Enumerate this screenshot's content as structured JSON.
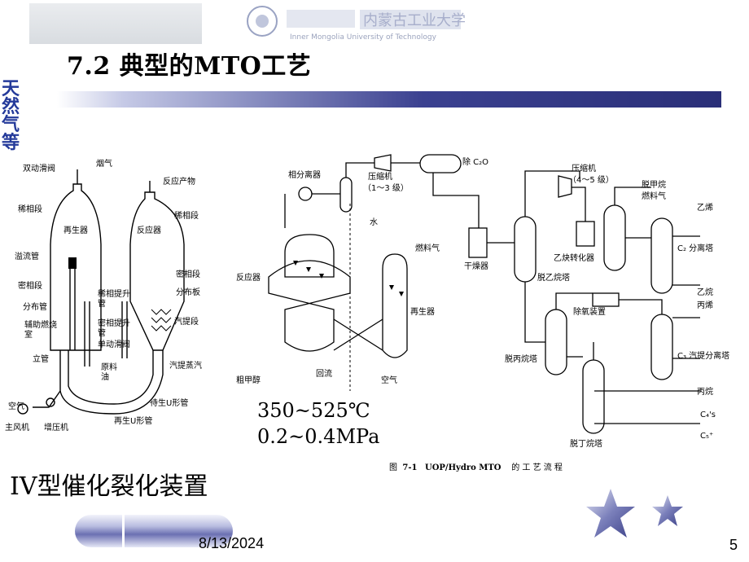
{
  "header": {
    "university_name_en": "Inner Mongolia University of Technology",
    "university_name_cn": "内蒙古工业大学"
  },
  "title": "7.2 典型的MTO工艺",
  "side_text": "天然气等",
  "left_diagram": {
    "labels": {
      "double_slide_valve": "双动滑阀",
      "flue_gas": "烟气",
      "reaction_product": "反应产物",
      "dilute_phase_left": "稀相段",
      "regenerator": "再生器",
      "reactor": "反应器",
      "dilute_phase_right": "稀相段",
      "overflow_pipe": "溢流管",
      "dense_phase_left": "密相段",
      "distribution_pipe": "分布管",
      "aux_combustion": "辅助燃烧室",
      "riser": "立管",
      "dense_phase_right": "密相段",
      "distribution_plate": "分布板",
      "dilute_riser": "稀相提升管",
      "dense_riser": "密相提升管",
      "single_slide_valve": "单动滑阀",
      "feed_oil": "原料油",
      "stripping_section": "汽提段",
      "stripping_steam": "汽提蒸汽",
      "spent_u": "待生U形管",
      "regen_u": "再生U形管",
      "air": "空气",
      "main_fan": "主风机",
      "booster": "增压机"
    }
  },
  "right_diagram": {
    "labels": {
      "phase_separator": "相分离器",
      "compressor1": "压缩机",
      "compressor1_stages": "（1～3 级）",
      "remove_co2": "除 C₂O",
      "water": "水",
      "fuel_gas": "燃料气",
      "reactor": "反应器",
      "regenerator": "再生器",
      "crude_methanol": "粗甲醇",
      "reflux": "回流",
      "air": "空气",
      "dryer": "干燥器",
      "compressor2": "压缩机",
      "compressor2_stages": "（4～5 级）",
      "demethanizer": "脱甲烷",
      "fuel_gas2": "燃料气",
      "ethylene": "乙烯",
      "acetylene_conv": "乙炔转化器",
      "c2_splitter": "C₂ 分离塔",
      "deethanizer": "脱乙烷塔",
      "ethane": "乙烷",
      "deoxy": "除氧装置",
      "propylene": "丙烯",
      "depropanizer": "脱丙烷塔",
      "c3_splitter": "C₃ 汽提分离塔",
      "propane": "丙烷",
      "c4": "C₄'s",
      "debutanizer": "脱丁烷塔",
      "c5": "C₅⁺"
    }
  },
  "conditions": {
    "temperature": "350~525℃",
    "pressure": "0.2~0.4MPa"
  },
  "left_caption": "IV型催化裂化装置",
  "figure_caption": {
    "prefix": "图",
    "number": "7-1",
    "name": "UOP/Hydro MTO",
    "suffix": "的 工 艺 流 程"
  },
  "footer": {
    "date": "8/13/2024",
    "page": "5"
  }
}
